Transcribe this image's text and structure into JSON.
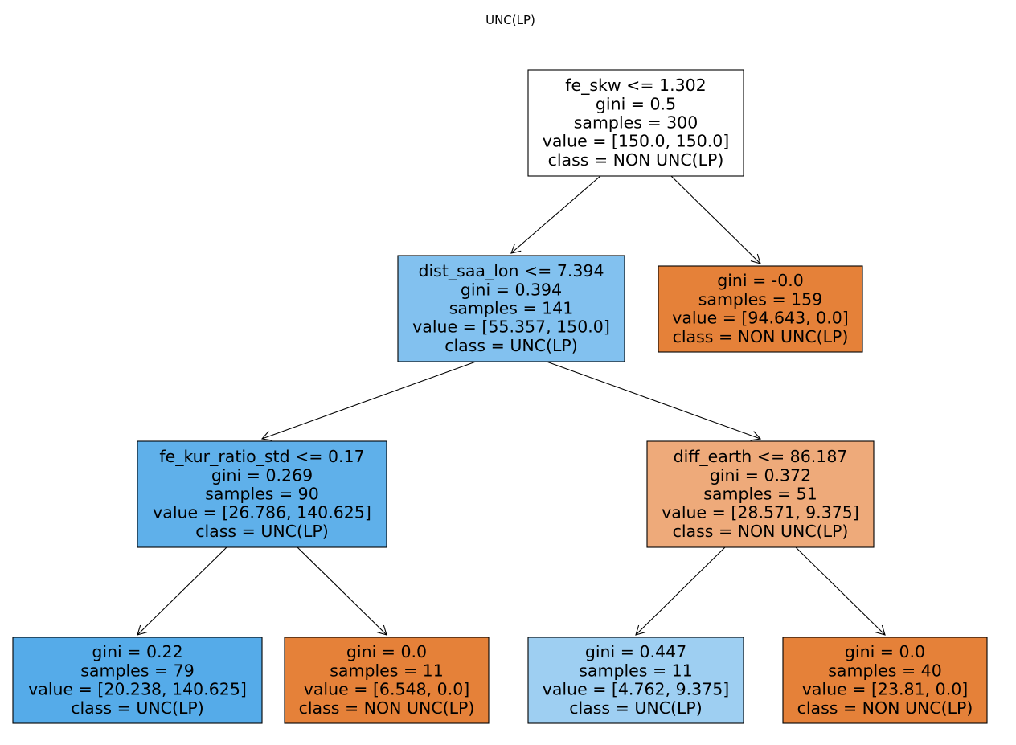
{
  "title": "UNC(LP)",
  "class_colors": {
    "UNC(LP)": "#399de5",
    "NON UNC(LP)": "#e58139"
  },
  "nodes": [
    {
      "id": "n0",
      "lines": [
        "fe_skw <= 1.302",
        "gini = 0.5",
        "samples = 300",
        "value = [150.0, 150.0]",
        "class = NON UNC(LP)"
      ],
      "fill": "#ffffff"
    },
    {
      "id": "n1",
      "lines": [
        "dist_saa_lon <= 7.394",
        "gini = 0.394",
        "samples = 141",
        "value = [55.357, 150.0]",
        "class = UNC(LP)"
      ],
      "fill": "#82c1ef"
    },
    {
      "id": "n2",
      "lines": [
        "gini = -0.0",
        "samples = 159",
        "value = [94.643, 0.0]",
        "class = NON UNC(LP)"
      ],
      "fill": "#e58139"
    },
    {
      "id": "n3",
      "lines": [
        "fe_kur_ratio_std <= 0.17",
        "gini = 0.269",
        "samples = 90",
        "value = [26.786, 140.625]",
        "class = UNC(LP)"
      ],
      "fill": "#5fb0ea"
    },
    {
      "id": "n4",
      "lines": [
        "diff_earth <= 86.187",
        "gini = 0.372",
        "samples = 51",
        "value = [28.571, 9.375]",
        "class = NON UNC(LP)"
      ],
      "fill": "#eeaa7a"
    },
    {
      "id": "n5",
      "lines": [
        "gini = 0.22",
        "samples = 79",
        "value = [20.238, 140.625]",
        "class = UNC(LP)"
      ],
      "fill": "#55abe9"
    },
    {
      "id": "n6",
      "lines": [
        "gini = 0.0",
        "samples = 11",
        "value = [6.548, 0.0]",
        "class = NON UNC(LP)"
      ],
      "fill": "#e58139"
    },
    {
      "id": "n7",
      "lines": [
        "gini = 0.447",
        "samples = 11",
        "value = [4.762, 9.375]",
        "class = UNC(LP)"
      ],
      "fill": "#9ecff2"
    },
    {
      "id": "n8",
      "lines": [
        "gini = 0.0",
        "samples = 40",
        "value = [23.81, 0.0]",
        "class = NON UNC(LP)"
      ],
      "fill": "#e58139"
    }
  ],
  "edges": [
    [
      "n0",
      "n1"
    ],
    [
      "n0",
      "n2"
    ],
    [
      "n1",
      "n3"
    ],
    [
      "n1",
      "n4"
    ],
    [
      "n3",
      "n5"
    ],
    [
      "n3",
      "n6"
    ],
    [
      "n4",
      "n7"
    ],
    [
      "n4",
      "n8"
    ]
  ]
}
